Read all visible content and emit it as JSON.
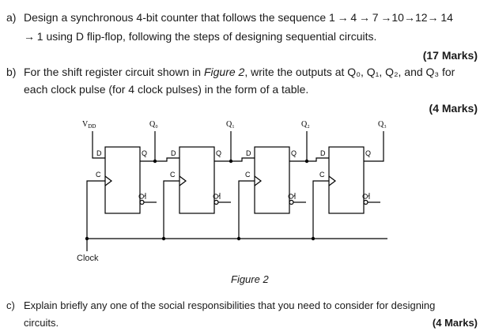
{
  "part_a": {
    "label": "a)",
    "line1": "Design a synchronous 4-bit counter that follows the sequence 1 → 4 → 7 →10→12→ 14",
    "line2": "→ 1 using D flip-flop, following the steps of designing sequential circuits.",
    "marks": "(17 Marks)"
  },
  "part_b": {
    "label": "b)",
    "line1_pre": "For the shift register circuit shown in ",
    "line1_italic": "Figure 2",
    "line1_post": ", write the outputs at Q₀, Q₁, Q₂, and Q₃ for",
    "line2": "each clock pulse (for 4 clock pulses) in the form of a table.",
    "marks": "(4 Marks)"
  },
  "figure": {
    "vdd": "V",
    "vdd_sub": "DD",
    "outputs": [
      "Q₀",
      "Q₁",
      "Q₂",
      "Q₃"
    ],
    "pin_d": "D",
    "pin_q": "Q",
    "pin_c": "C",
    "pin_qbar": "Q",
    "clock_label": "Clock",
    "caption": "Figure 2"
  },
  "part_c": {
    "label": "c)",
    "line1": "Explain briefly any one of the social responsibilities that you need to consider for designing",
    "line2": "circuits.",
    "marks": "(4 Marks)"
  }
}
